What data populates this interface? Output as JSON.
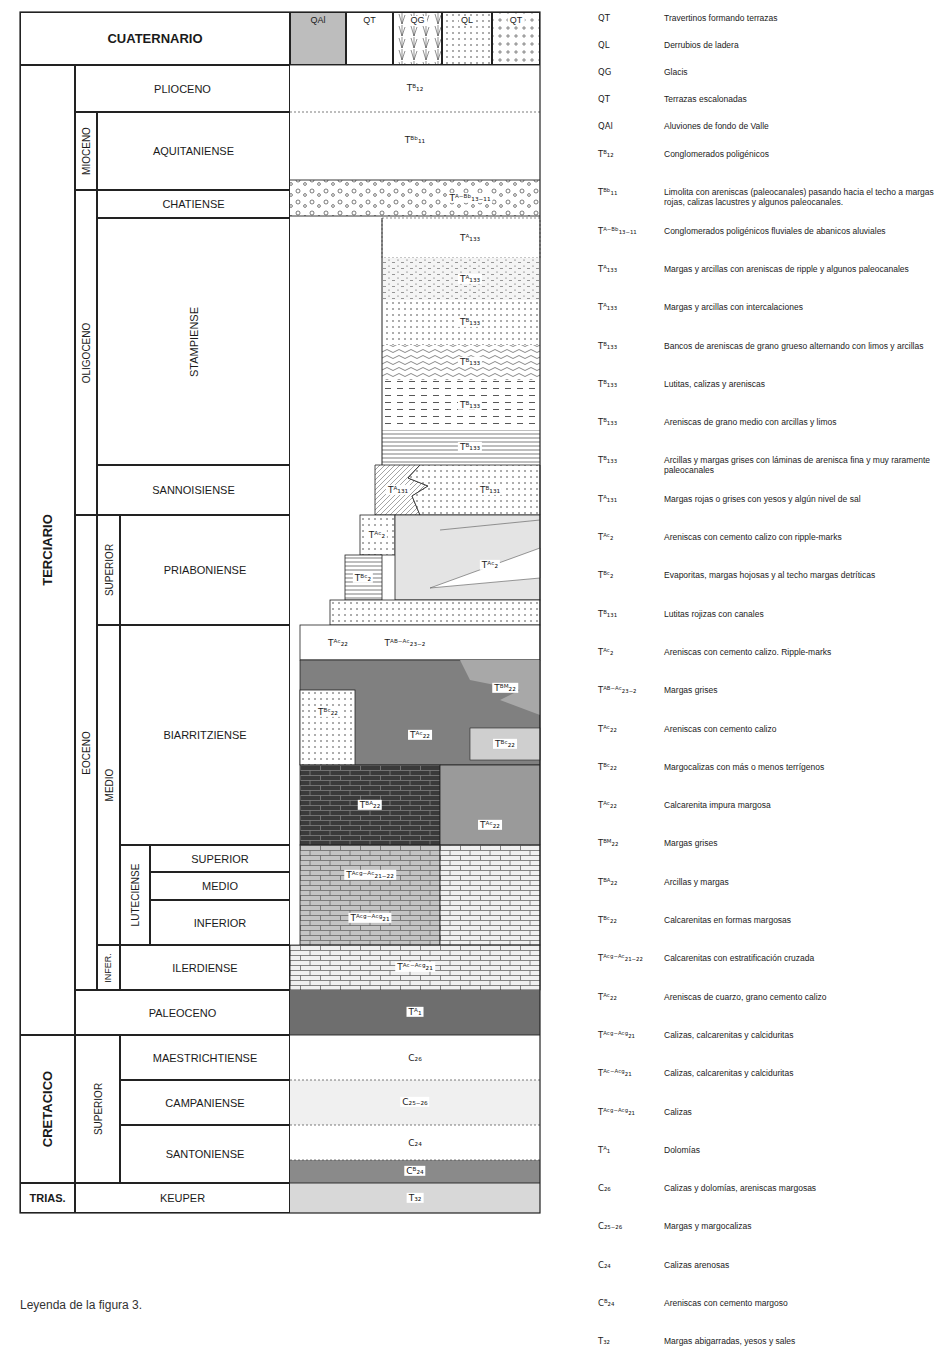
{
  "diagram": {
    "caption": "Leyenda de la figura 3.",
    "nodes": [
      {
        "text": [
          "CUATERNARIO"
        ]
      },
      {
        "text": [
          "QAl"
        ]
      },
      {
        "text": [
          "QT"
        ]
      },
      {
        "text": [
          "QG"
        ]
      },
      {
        "text": [
          "QL"
        ]
      },
      {
        "text": [
          "QT"
        ]
      },
      {
        "text": [
          "TERCIARIO"
        ]
      },
      {
        "text": [
          "PLIOCENO"
        ]
      },
      {
        "text": [
          "MIOCENO"
        ]
      },
      {
        "text": [
          "AQUITANIENSE"
        ]
      },
      {
        "text": [
          "OLIGOCENO"
        ]
      },
      {
        "text": [
          "CHATIENSE"
        ]
      },
      {
        "text": [
          "STAMPIENSE"
        ]
      },
      {
        "text": [
          "SANNOISIENSE"
        ]
      },
      {
        "text": [
          "EOCENO"
        ]
      },
      {
        "text": [
          "SUPERIOR"
        ]
      },
      {
        "text": [
          "PRIABONIENSE"
        ]
      },
      {
        "text": [
          "MEDIO"
        ]
      },
      {
        "text": [
          "BIARRITZIENSE"
        ]
      },
      {
        "text": [
          "LUTECIENSE"
        ]
      },
      {
        "text": [
          "SUPERIOR"
        ]
      },
      {
        "text": [
          "MEDIO"
        ]
      },
      {
        "text": [
          "INFERIOR"
        ]
      },
      {
        "text": [
          "INFER."
        ]
      },
      {
        "text": [
          "ILERDIENSE"
        ]
      },
      {
        "text": [
          "PALEOCENO"
        ]
      },
      {
        "text": [
          "CRETACICO"
        ]
      },
      {
        "text": [
          "SUPERIOR"
        ]
      },
      {
        "text": [
          "MAESTRICHTIENSE"
        ]
      },
      {
        "text": [
          "CAMPANIENSE"
        ]
      },
      {
        "text": [
          "SANTONIENSE"
        ]
      },
      {
        "text": [
          "TRIAS."
        ]
      },
      {
        "text": [
          "KEUPER"
        ]
      }
    ],
    "labels": [
      "Tᴮ₁₂",
      "Tᴮᵇ₁₁",
      "Tᴬ⁻ᴮᵇ₁₃₋₁₁",
      "Tᴬ₁₃₃",
      "Tᴬ₁₃₃",
      "Tᴮ₁₃₃",
      "Tᴮ₁₃₃",
      "Tᴮ₁₃₃",
      "Tᴮ₁₃₃",
      "Tᴬ₁₃₁",
      "Tᴮ₁₃₁",
      "Tᴬᶜ₂",
      "Tᴮᶜ₂",
      "Tᴬᶜ₂",
      "Tᴬᶜ₂₂",
      "Tᴬᴮ⁻ᴬᶜ₂₃₋₂",
      "Tᴮᶜ₂₂",
      "Tᴬᶜ₂₂",
      "Tᴮᶜ₂₂",
      "Tᴮᴹ₂₂",
      "Tᴬᶜ₂₂",
      "Tᴮᴬ₂₂",
      "Tᴬᶜᵍ⁻ᴬᶜ₂₁₋₂₂",
      "Tᴬᶜᵍ⁻ᴬᶜᵍ₂₁",
      "Tᴬᶜ⁻ᴬᶜᵍ₂₁",
      "Tᴬ₁",
      "C₂₆",
      "C₂₅₋₂₆",
      "C₂₄",
      "Cᴮ₂₄",
      "T₃₂",
      "QT",
      "Travertinos formando terrazas",
      "QL",
      "Derrubios de ladera",
      "QG",
      "Glacis",
      "QT",
      "Terrazas escalonadas",
      "QAl",
      "Aluviones de fondo de Valle",
      "Tᴮ₁₂",
      "Conglomerados poligénicos",
      "Tᴮᵇ₁₁",
      "Limolita con areniscas (paleocanales) pasando hacia el techo a margas rojas, calizas lacustres y algunos paleocanales.",
      "Tᴬ⁻ᴮᵇ₁₃₋₁₁",
      "Conglomerados poligénicos fluviales de abanicos aluviales",
      "Tᴬ₁₃₃",
      "Margas y arcillas con areniscas de ripple y algunos paleocanales",
      "Tᴬ₁₃₃",
      "Margas y arcillas con intercalaciones",
      "Tᴮ₁₃₃",
      "Bancos de areniscas de grano grueso alternando con limos y arcillas",
      "Tᴮ₁₃₃",
      "Lutitas, calizas y areniscas",
      "Tᴮ₁₃₃",
      "Areniscas de grano medio con arcillas y limos",
      "Tᴮ₁₃₃",
      "Arcillas y margas grises con láminas de arenisca fina y muy raramente paleocanales",
      "Tᴬ₁₃₁",
      "Margas rojas o grises con yesos y algún nivel de sal",
      "Tᴬᶜ₂",
      "Areniscas con cemento calizo con ripple-marks",
      "Tᴮᶜ₂",
      "Evaporitas, margas hojosas y al techo margas detríticas",
      "Tᴮ₁₃₁",
      "Lutitas rojizas con canales",
      "Tᴬᶜ₂",
      "Areniscas con cemento calizo. Ripple-marks",
      "Tᴬᴮ⁻ᴬᶜ₂₃₋₂",
      "Margas grises",
      "Tᴬᶜ₂₂",
      "Areniscas con cemento calizo",
      "Tᴮᶜ₂₂",
      "Margocalizas con más o menos terrígenos",
      "Tᴬᶜ₂₂",
      "Calcarenita impura margosa",
      "Tᴮᴹ₂₂",
      "Margas grises",
      "Tᴮᴬ₂₂",
      "Arcillas y margas",
      "Tᴮᶜ₂₂",
      "Calcarenitas en formas margosas",
      "Tᴬᶜᵍ⁻ᴬᶜ₂₁₋₂₂",
      "Calcarenitas con estratificación cruzada",
      "Tᴬᶜ₂₂",
      "Areniscas de cuarzo, grano cemento calizo",
      "Tᴬᶜᵍ⁻ᴬᶜᵍ₂₁",
      "Calizas, calcarenitas y calciduritas",
      "Tᴬᶜ⁻ᴬᶜᵍ₂₁",
      "Calizas, calcarenitas y calciduritas",
      "Tᴬᶜᵍ⁻ᴬᶜᵍ₂₁",
      "Calizas",
      "Tᴬ₁",
      "Dolomías",
      "C₂₆",
      "Calizas y dolomías, areniscas margosas",
      "C₂₅₋₂₆",
      "Margas y margocalizas",
      "C₂₄",
      "Calizas arenosas",
      "Cᴮ₂₄",
      "Areniscas con cemento margoso",
      "T₃₂",
      "Margas abigarradas, yesos y sales"
    ]
  }
}
